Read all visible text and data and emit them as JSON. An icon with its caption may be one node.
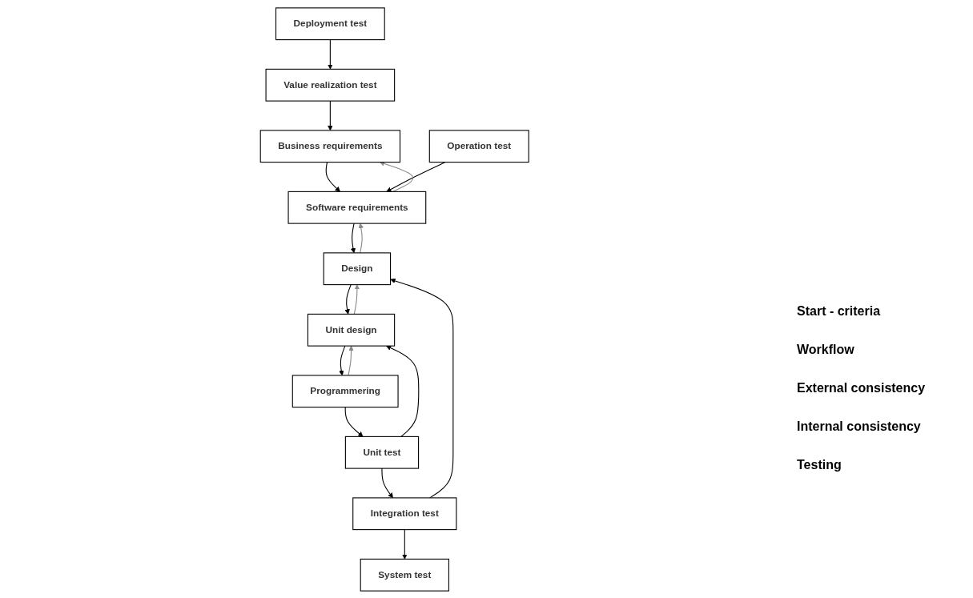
{
  "diagram": {
    "nodes": [
      {
        "text": [
          "Business requirements"
        ]
      },
      {
        "text": [
          "Software requirements"
        ]
      },
      {
        "text": [
          "Design"
        ]
      },
      {
        "text": [
          "Unit design"
        ]
      },
      {
        "text": [
          "Programmering"
        ]
      },
      {
        "text": [
          "Unit test"
        ]
      },
      {
        "text": [
          "Integration test"
        ]
      },
      {
        "text": [
          "System test"
        ]
      },
      {
        "text": [
          "Operation test"
        ]
      },
      {
        "text": [
          "Deployment test"
        ]
      },
      {
        "text": [
          "Value realization test"
        ]
      }
    ],
    "edges": [
      {
        "from": 0,
        "to": 1,
        "arrow": "to"
      },
      {
        "from": 1,
        "to": 2,
        "arrow": "to"
      },
      {
        "from": 2,
        "to": 3,
        "arrow": "to"
      },
      {
        "from": 3,
        "to": 4,
        "arrow": "to"
      },
      {
        "from": 4,
        "to": 5,
        "arrow": "to"
      },
      {
        "from": 5,
        "to": 6,
        "arrow": "to"
      },
      {
        "from": 6,
        "to": 7,
        "arrow": "to"
      },
      {
        "from": 9,
        "to": 10,
        "arrow": "to"
      },
      {
        "from": 10,
        "to": 0,
        "arrow": "to"
      },
      {
        "from": 8,
        "to": 1,
        "arrow": "to"
      },
      {
        "from": 6,
        "to": 2,
        "arrow": "to"
      },
      {
        "from": 5,
        "to": 3,
        "arrow": "to"
      },
      {
        "from": 1,
        "to": 0,
        "arrow": "to",
        "color": "#888888"
      },
      {
        "from": 2,
        "to": 1,
        "arrow": "to",
        "color": "#888888"
      },
      {
        "from": 3,
        "to": 2,
        "arrow": "to",
        "color": "#888888"
      },
      {
        "from": 4,
        "to": 3,
        "arrow": "to",
        "color": "#888888"
      }
    ],
    "legend": [
      {
        "text": "Start - criteria"
      },
      {
        "text": "Workflow"
      },
      {
        "text": "External consistency"
      },
      {
        "text": "Internal  consistency"
      },
      {
        "text": "Testing"
      }
    ]
  }
}
